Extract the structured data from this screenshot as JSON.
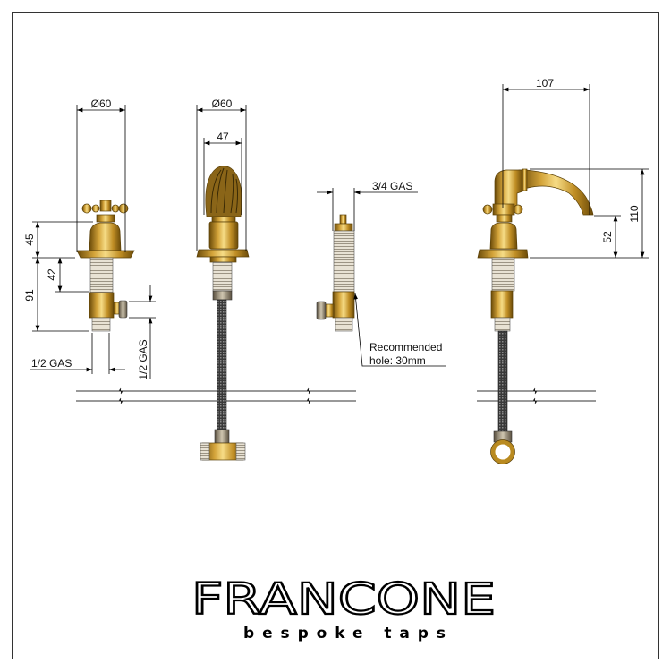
{
  "views": {
    "cross_valve": {
      "diameter_label": "Ø60",
      "height_top_label": "45",
      "height_total_label": "91",
      "height_stem_label": "42",
      "inlet_label": "1/2 GAS",
      "outlet_label": "1/2 GAS"
    },
    "knob_valve": {
      "diameter_label": "Ø60",
      "knob_width_label": "47"
    },
    "concealed_valve": {
      "thread_label": "3/4 GAS",
      "note_line1": "Recommended",
      "note_line2": "hole: 30mm"
    },
    "spout": {
      "reach_label": "107",
      "height_label": "110",
      "outlet_height_label": "52"
    }
  },
  "logo": {
    "brand": "FRANCONE",
    "tagline": "bespoke taps"
  },
  "colors": {
    "gold_dark": "#6a4a08",
    "gold_mid": "#d4a43a",
    "gold_light": "#f6dc86",
    "border": "#333333"
  }
}
